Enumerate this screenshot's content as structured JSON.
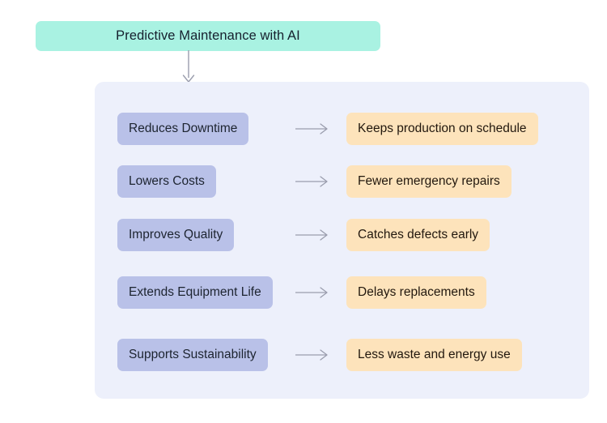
{
  "header": {
    "title": "Predictive Maintenance with AI",
    "box_color": "#a9f2e2",
    "text_color": "#16202e"
  },
  "connector": {
    "down_arrow_name": "down-arrow-icon",
    "row_arrow_name": "right-arrow-icon",
    "color": "#9a9dad"
  },
  "panel": {
    "background_color": "#edf0fb",
    "cause_color": "#b9c1e8",
    "effect_color": "#fde3bb",
    "rows": [
      {
        "cause": "Reduces Downtime",
        "effect": "Keeps production on schedule"
      },
      {
        "cause": "Lowers Costs",
        "effect": "Fewer emergency repairs"
      },
      {
        "cause": "Improves Quality",
        "effect": "Catches defects early"
      },
      {
        "cause": "Extends Equipment Life",
        "effect": "Delays replacements"
      },
      {
        "cause": "Supports Sustainability",
        "effect": "Less waste and energy use"
      }
    ]
  }
}
